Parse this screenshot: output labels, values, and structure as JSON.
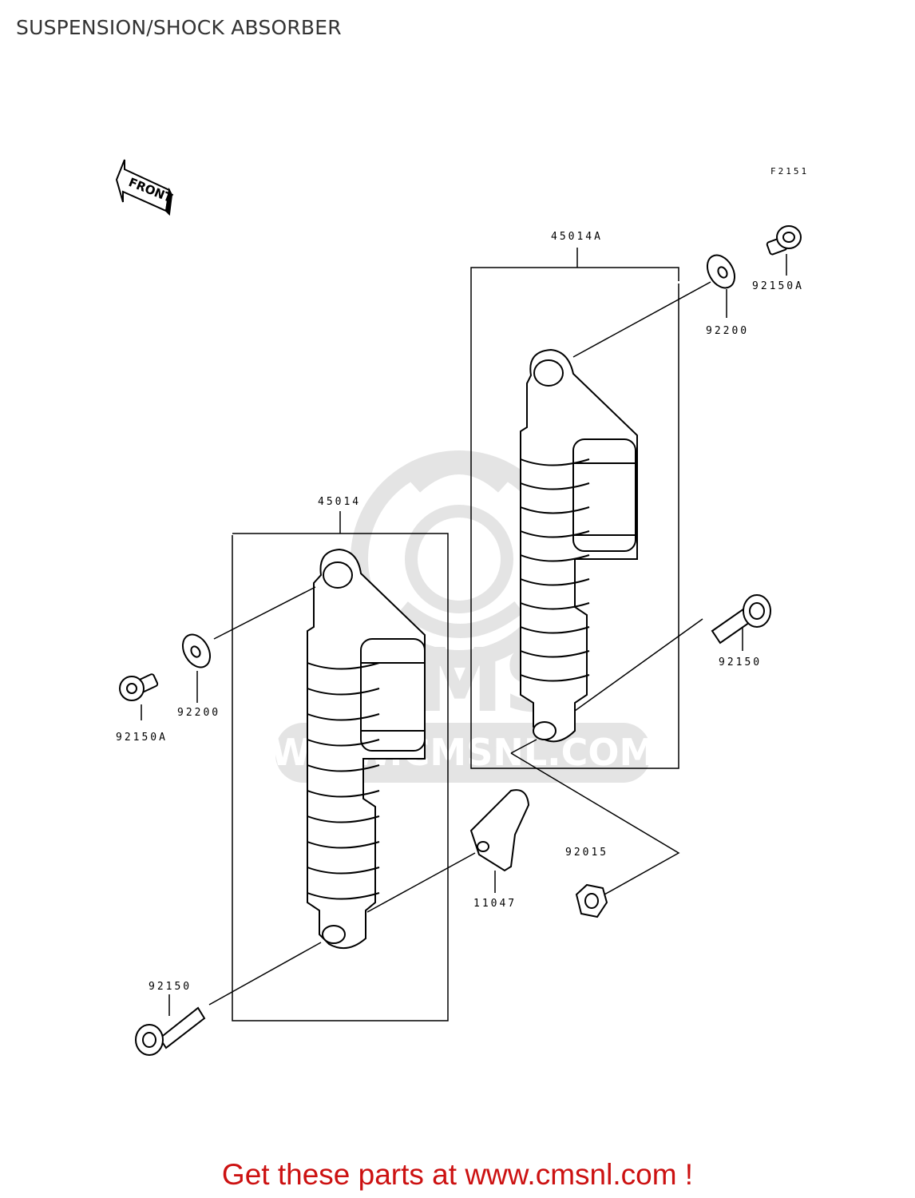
{
  "title": "SUSPENSION/SHOCK ABSORBER",
  "figure_code": "F2151",
  "front_label": "FRONT",
  "watermark_text": "WWW.CMSNL.COM",
  "watermark_logo": "CMS",
  "parts": {
    "shock_a": "45014A",
    "shock": "45014",
    "bolt_upper_right": "92150A",
    "washer_upper_right": "92200",
    "bolt_lower_right": "92150",
    "washer_left": "92200",
    "bolt_upper_left": "92150A",
    "nut": "92015",
    "bracket": "11047",
    "bolt_lower_left": "92150"
  },
  "footer": {
    "prefix": "Get these parts at ",
    "link": "www.cmsnl.com",
    "suffix": " !"
  },
  "colors": {
    "footer": "#cc1111",
    "watermark": "#e4e4e4",
    "line": "#000000"
  }
}
